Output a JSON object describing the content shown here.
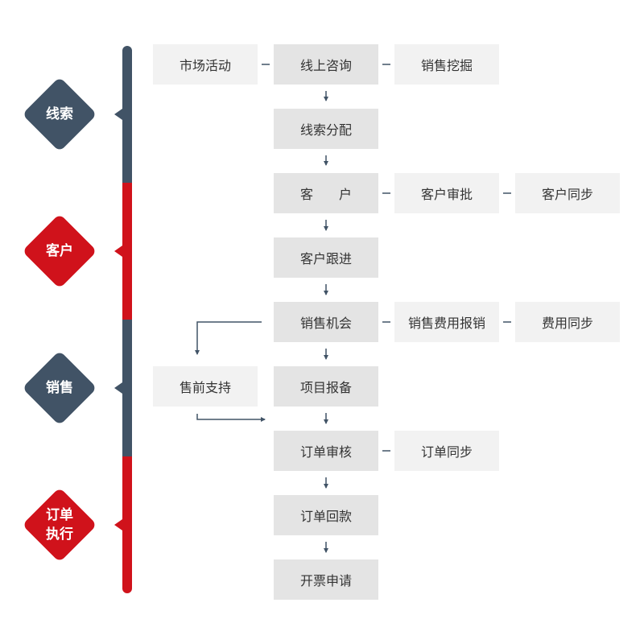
{
  "colors": {
    "navy": "#415366",
    "red": "#d0121b",
    "main_box": "#e4e4e4",
    "side_box": "#f2f2f2",
    "text": "#333333"
  },
  "stages": [
    {
      "label": "线索",
      "color": "#415366"
    },
    {
      "label": "客户",
      "color": "#d0121b"
    },
    {
      "label": "销售",
      "color": "#415366"
    },
    {
      "label": "订单\n执行",
      "color": "#d0121b"
    }
  ],
  "flow": {
    "main": [
      "线上咨询",
      "线索分配",
      "客　　户",
      "客户跟进",
      "销售机会",
      "项目报备",
      "订单审核",
      "订单回款",
      "开票申请"
    ],
    "side": {
      "market_activity": "市场活动",
      "sales_mining": "销售挖掘",
      "customer_approval": "客户审批",
      "customer_sync": "客户同步",
      "sales_expense": "销售费用报销",
      "expense_sync": "费用同步",
      "presales_support": "售前支持",
      "order_sync": "订单同步"
    }
  }
}
